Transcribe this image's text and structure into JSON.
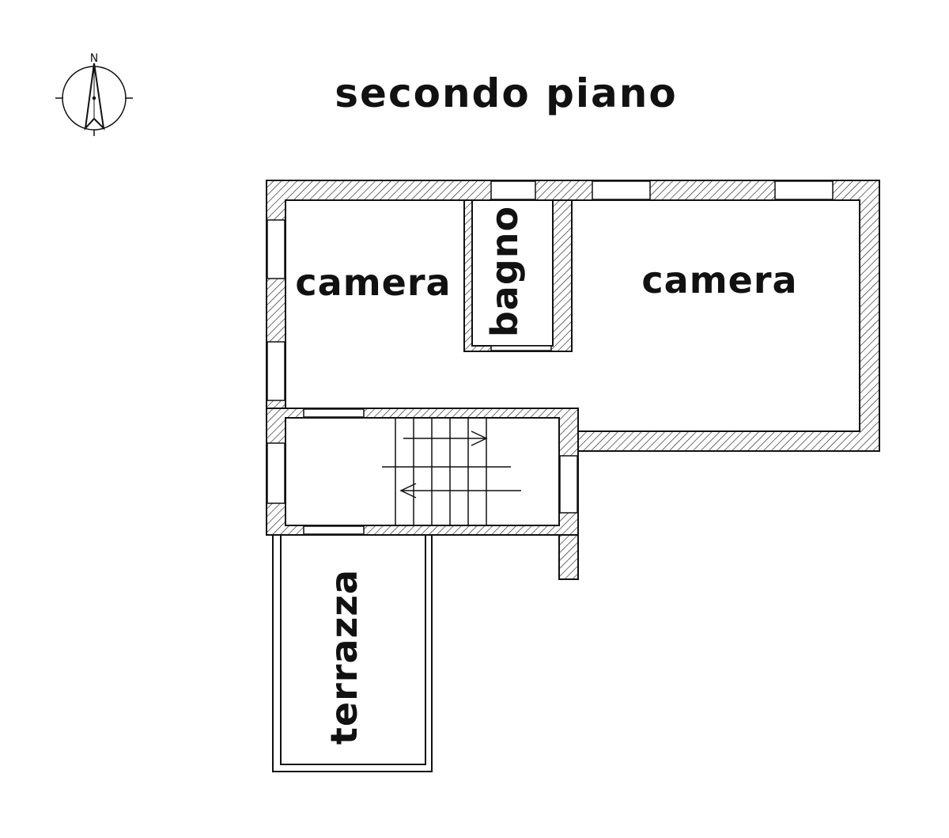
{
  "title": "secondo piano",
  "compass": {
    "north_label": "N"
  },
  "rooms": {
    "camera_left": "camera",
    "bagno": "bagno",
    "camera_right": "camera",
    "terrazza": "terrazza"
  },
  "colors": {
    "ink": "#111111",
    "background": "#ffffff"
  }
}
